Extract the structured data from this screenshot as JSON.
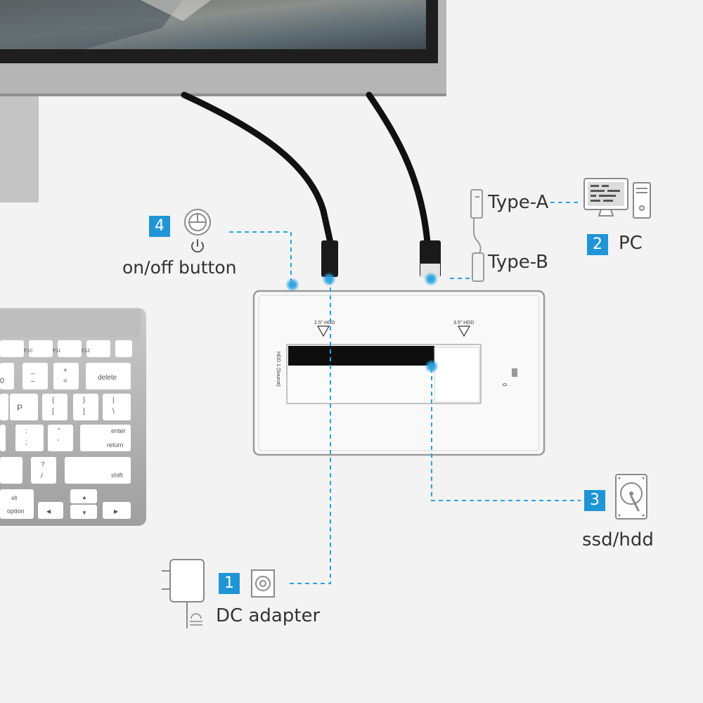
{
  "steps": [
    {
      "number": "1",
      "label": "DC adapter"
    },
    {
      "number": "2",
      "label": "PC"
    },
    {
      "number": "3",
      "label": "ssd/hdd"
    },
    {
      "number": "4",
      "label": "on/off button"
    }
  ],
  "cables": {
    "type_a": "Type-A",
    "type_b": "Type-B"
  },
  "dock": {
    "slot_small_label": "2.5\" HDD",
    "slot_large_label": "3.5\" HDD",
    "source_label": "HDD 1 (Source)"
  },
  "keyboard": {
    "keys": [
      "F10",
      "F11",
      "F12",
      "delete",
      "P",
      "enter",
      "return",
      "shift",
      "alt",
      "option"
    ]
  },
  "colors": {
    "accent": "#1f95d6",
    "callout_line": "#27a3e0"
  }
}
